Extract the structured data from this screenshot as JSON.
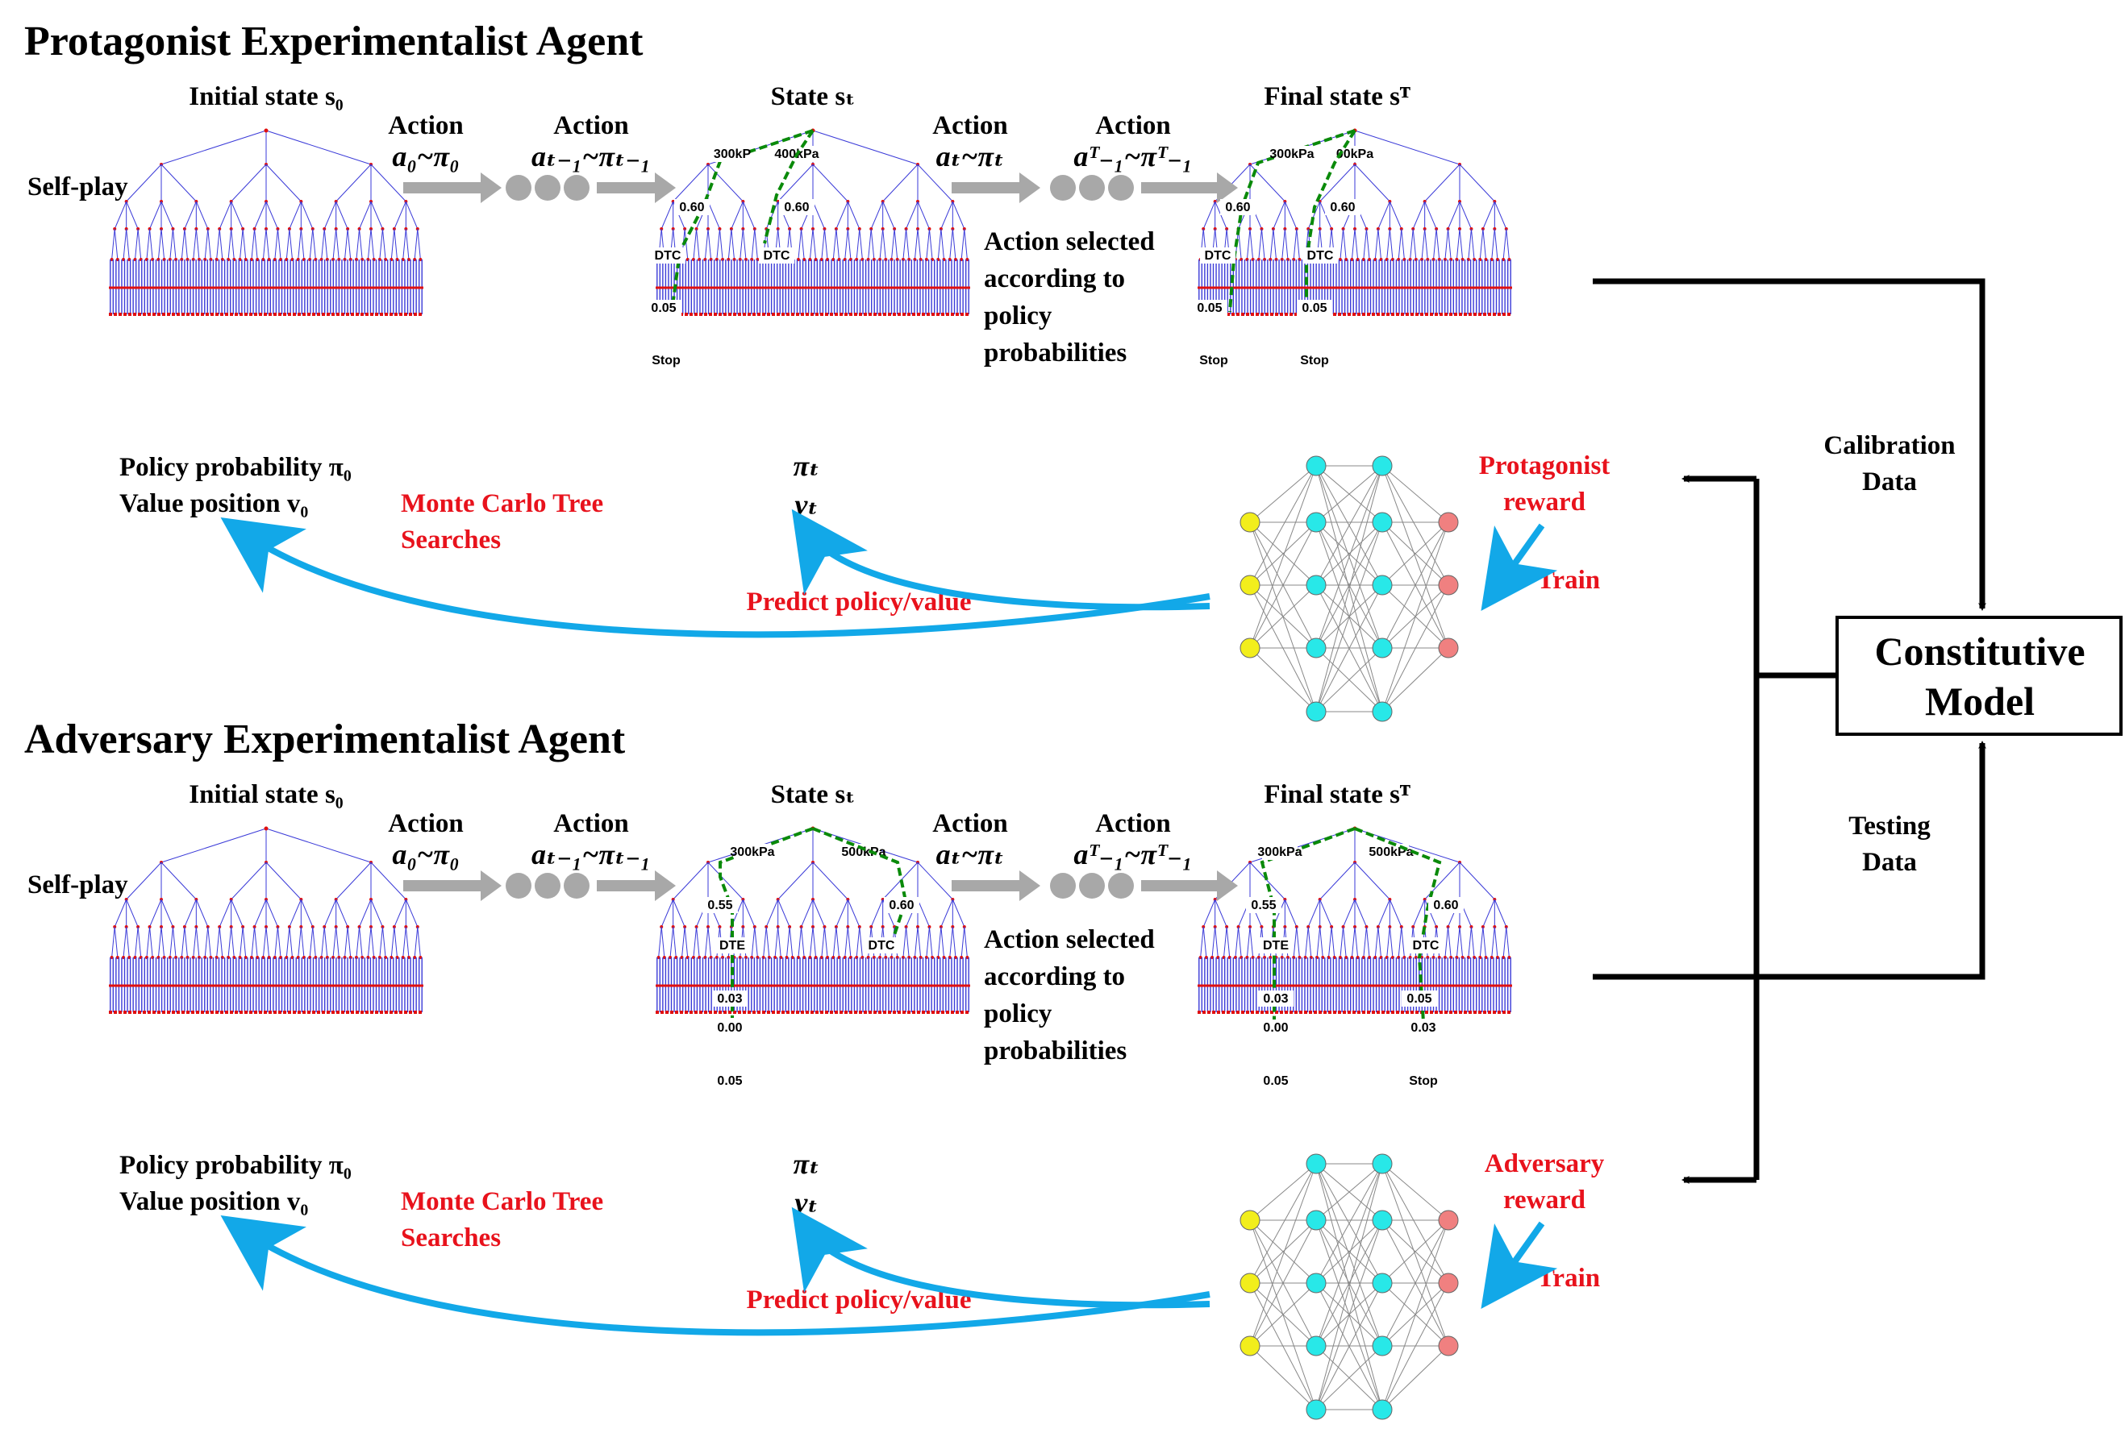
{
  "colors": {
    "tree_edge": "#3a3ad8",
    "tree_node": "#e01010",
    "path": "#0a8a0a",
    "arrow_gray": "#a8a8a8",
    "arrow_blue": "#12a8e8",
    "red_text": "#e8121c",
    "nn_input": "#f2ee1c",
    "nn_hidden": "#28e8e8",
    "nn_output": "#f08080"
  },
  "panels": [
    {
      "id": "protagonist",
      "title": "Protagonist Experimentalist Agent",
      "initial_state": "Initial state s₀",
      "state_t": "State sₜ",
      "final_state": "Final state sᵀ",
      "self_play": "Self-play",
      "action_word": "Action",
      "action_1": "a₀~π₀",
      "action_2": "aₜ₋₁~πₜ₋₁",
      "action_3": "aₜ~πₜ",
      "action_4": "aᵀ₋₁~πᵀ₋₁",
      "selected_lines": [
        "Action selected",
        "according to",
        "policy",
        "probabilities"
      ],
      "policy_line": "Policy probability π₀",
      "value_line": "Value position v₀",
      "pi_t": "πₜ",
      "v_t": "vₜ",
      "mcts_lines": [
        "Monte Carlo Tree",
        "Searches"
      ],
      "predict": "Predict policy/value",
      "reward_lines": [
        "Protagonist",
        "reward"
      ],
      "train": "Train",
      "mid_labels": {
        "top_left": "300kP",
        "top_right": "400kPa",
        "l1": "0.60",
        "r1": "0.60",
        "l2": "DTC",
        "r2": "DTC",
        "l3": "0.05",
        "l4": "Stop"
      },
      "final_labels": {
        "top_left": "300kPa",
        "top_right": "00kPa",
        "l1": "0.60",
        "r1": "0.60",
        "l2": "DTC",
        "r2": "DTC",
        "l3": "0.05",
        "r3": "0.05",
        "l4": "Stop",
        "r4": "Stop"
      }
    },
    {
      "id": "adversary",
      "title": "Adversary Experimentalist Agent",
      "initial_state": "Initial state s₀",
      "state_t": "State sₜ",
      "final_state": "Final state sᵀ",
      "self_play": "Self-play",
      "action_word": "Action",
      "action_1": "a₀~π₀",
      "action_2": "aₜ₋₁~πₜ₋₁",
      "action_3": "aₜ~πₜ",
      "action_4": "aᵀ₋₁~πᵀ₋₁",
      "selected_lines": [
        "Action selected",
        "according to",
        "policy",
        "probabilities"
      ],
      "policy_line": "Policy probability π₀",
      "value_line": "Value position v₀",
      "pi_t": "πₜ",
      "v_t": "vₜ",
      "mcts_lines": [
        "Monte Carlo Tree",
        "Searches"
      ],
      "predict": "Predict policy/value",
      "reward_lines": [
        "Adversary",
        "reward"
      ],
      "train": "Train",
      "mid_labels": {
        "top_left": "300kPa",
        "top_right": "500kPa",
        "l1": "0.55",
        "r1": "0.60",
        "l2": "DTE",
        "r2": "DTC",
        "l3": "0.03",
        "l4": "0.00",
        "l5": "0.05"
      },
      "final_labels": {
        "top_left": "300kPa",
        "top_right": "500kPa",
        "l1": "0.55",
        "r1": "0.60",
        "l2": "DTE",
        "r2": "DTC",
        "l3": "0.03",
        "r3": "0.05",
        "l4": "0.00",
        "r4": "0.03",
        "l5": "0.05",
        "r5": "Stop"
      }
    }
  ],
  "right": {
    "calibration": [
      "Calibration",
      "Data"
    ],
    "testing": [
      "Testing",
      "Data"
    ],
    "model": [
      "Constitutive",
      "Model"
    ]
  }
}
